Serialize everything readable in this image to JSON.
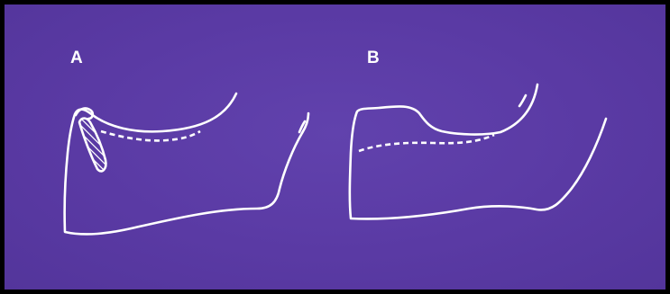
{
  "figure": {
    "panels": [
      {
        "id": "A",
        "label": "A"
      },
      {
        "id": "B",
        "label": "B"
      }
    ]
  },
  "colors": {
    "background": "#5a3aa4",
    "line": "#ffffff",
    "border": "#000000"
  }
}
